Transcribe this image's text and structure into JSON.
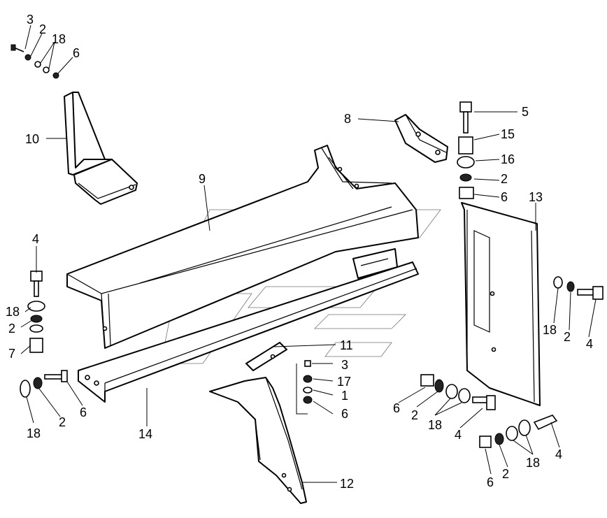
{
  "diagram": {
    "callouts": [
      {
        "id": "c3a",
        "text": "3"
      },
      {
        "id": "c2a",
        "text": "2"
      },
      {
        "id": "c18a",
        "text": "18"
      },
      {
        "id": "c6a",
        "text": "6"
      },
      {
        "id": "c10",
        "text": "10"
      },
      {
        "id": "c8",
        "text": "8"
      },
      {
        "id": "c5",
        "text": "5"
      },
      {
        "id": "c15",
        "text": "15"
      },
      {
        "id": "c16",
        "text": "16"
      },
      {
        "id": "c2b",
        "text": "2"
      },
      {
        "id": "c6b",
        "text": "6"
      },
      {
        "id": "c9",
        "text": "9"
      },
      {
        "id": "c13",
        "text": "13"
      },
      {
        "id": "c4a",
        "text": "4"
      },
      {
        "id": "c18b",
        "text": "18"
      },
      {
        "id": "c2c",
        "text": "2"
      },
      {
        "id": "c7",
        "text": "7"
      },
      {
        "id": "c18c",
        "text": "18"
      },
      {
        "id": "c2d",
        "text": "2"
      },
      {
        "id": "c4b",
        "text": "4"
      },
      {
        "id": "c11",
        "text": "11"
      },
      {
        "id": "c3b",
        "text": "3"
      },
      {
        "id": "c17",
        "text": "17"
      },
      {
        "id": "c1",
        "text": "1"
      },
      {
        "id": "c6c",
        "text": "6"
      },
      {
        "id": "c6d",
        "text": "6"
      },
      {
        "id": "c2e",
        "text": "2"
      },
      {
        "id": "c18d",
        "text": "18"
      },
      {
        "id": "c4c",
        "text": "4"
      },
      {
        "id": "c18e",
        "text": "18"
      },
      {
        "id": "c2f",
        "text": "2"
      },
      {
        "id": "c6e",
        "text": "6"
      },
      {
        "id": "c14",
        "text": "14"
      },
      {
        "id": "c12",
        "text": "12"
      },
      {
        "id": "c6f",
        "text": "6"
      },
      {
        "id": "c2g",
        "text": "2"
      },
      {
        "id": "c18f",
        "text": "18"
      },
      {
        "id": "c4d",
        "text": "4"
      }
    ]
  }
}
